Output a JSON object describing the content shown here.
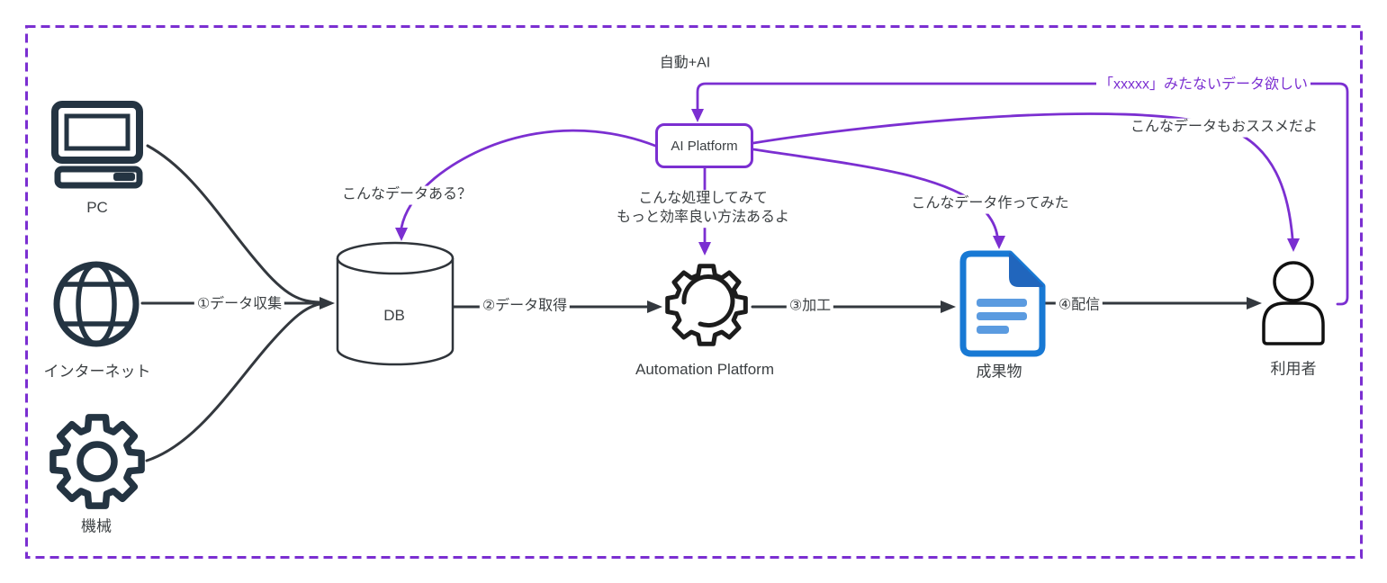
{
  "diagram": {
    "nodes": {
      "pc": {
        "label": "PC"
      },
      "internet": {
        "label": "インターネット"
      },
      "machine": {
        "label": "機械"
      },
      "db": {
        "label": "DB"
      },
      "ai_platform": {
        "label": "AI Platform"
      },
      "automation_platform": {
        "label": "Automation Platform"
      },
      "deliverable": {
        "label": "成果物"
      },
      "user": {
        "label": "利用者"
      }
    },
    "edges": {
      "collect": {
        "label": "①データ収集"
      },
      "fetch": {
        "label": "②データ取得"
      },
      "process": {
        "label": "③加工"
      },
      "deliver": {
        "label": "④配信"
      },
      "auto_ai": {
        "label": "自動+AI"
      },
      "ask_db": {
        "label": "こんなデータある？"
      },
      "suggest": {
        "line1": "こんな処理してみて",
        "line2": "もっと効率良い方法あるよ"
      },
      "made_data": {
        "label": "こんなデータ作ってみた"
      },
      "recommend": {
        "label": "こんなデータもおススメだよ"
      },
      "want_data": {
        "label": "「xxxxx」みたないデータ欲しい"
      }
    },
    "icons": {
      "pc": "pc-icon",
      "internet": "globe-icon",
      "machine": "gear-icon",
      "db": "database-icon",
      "automation": "automation-gear-icon",
      "deliverable": "document-icon",
      "user": "person-icon"
    },
    "colors": {
      "purple": "#7B2FD1",
      "dark": "#243442",
      "line": "#33383E",
      "text": "#3C4043",
      "blue": "#1879D4",
      "blue-dark": "#2166BD",
      "blue-light": "#5B9BE0",
      "black": "#1C1C1C"
    }
  }
}
